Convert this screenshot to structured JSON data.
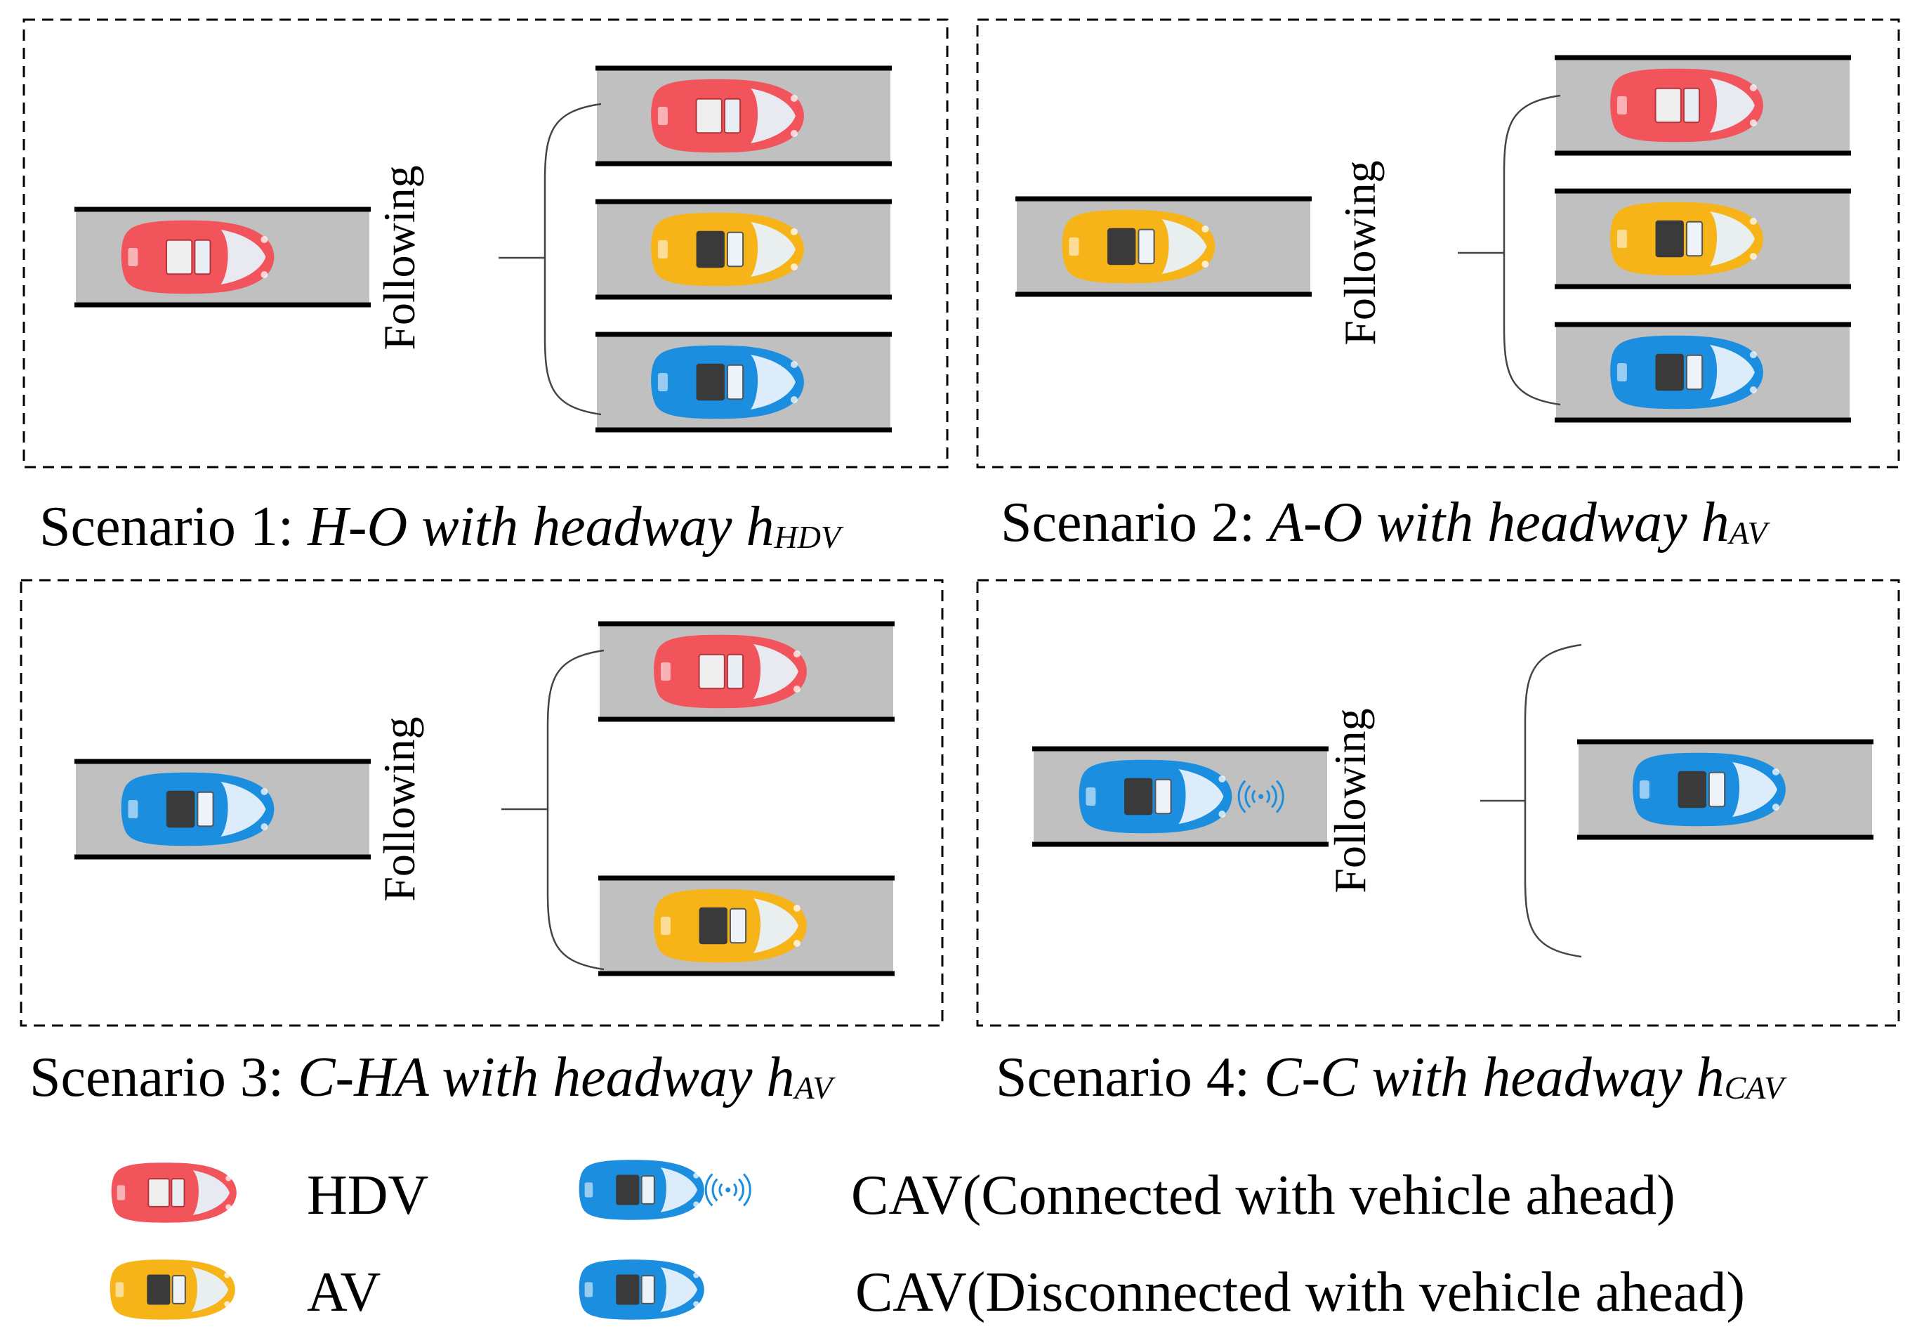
{
  "colors": {
    "hdv": "#f2545b",
    "av": "#f7b419",
    "cav": "#1b8ee0",
    "road": "#c0c0c0",
    "line": "#000000"
  },
  "following_label": "Following",
  "scenarios": [
    {
      "prefix": "Scenario 1: ",
      "name": "H-O",
      "middle": " with headway h",
      "sub": "HDV",
      "leader": "hdv",
      "followers": [
        "hdv",
        "av",
        "cav"
      ]
    },
    {
      "prefix": "Scenario 2: ",
      "name": "A-O",
      "middle": " with headway h",
      "sub": "AV",
      "leader": "av",
      "followers": [
        "hdv",
        "av",
        "cav"
      ]
    },
    {
      "prefix": "Scenario 3: ",
      "name": "C-HA",
      "middle": " with headway h",
      "sub": "AV",
      "leader": "cav",
      "followers": [
        "hdv",
        "av"
      ]
    },
    {
      "prefix": "Scenario 4: ",
      "name": "C-C",
      "middle": " with headway h",
      "sub": "CAV",
      "leader": "cav-connected",
      "followers": [
        "cav"
      ]
    }
  ],
  "legend": {
    "hdv": "HDV",
    "av": "AV",
    "cav_connected": "CAV(Connected with vehicle ahead)",
    "cav_disconnected": "CAV(Disconnected  with vehicle ahead)"
  }
}
